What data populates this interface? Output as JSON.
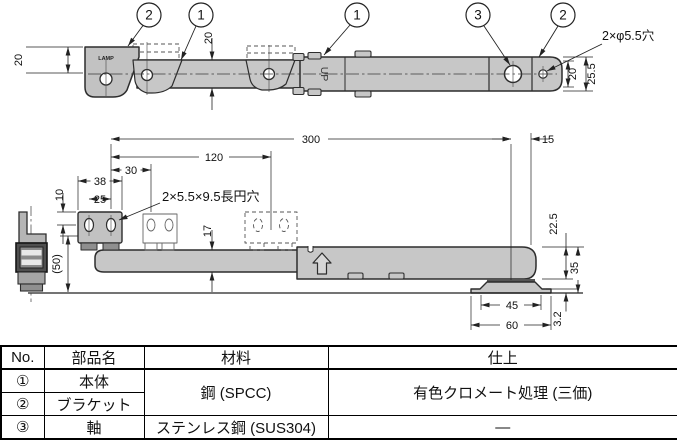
{
  "page": {
    "background": "#ffffff",
    "line_color": "#2d2d2d",
    "part_fill": "#c7c7c7"
  },
  "drawing": {
    "balloons": [
      {
        "label": "2"
      },
      {
        "label": "1"
      },
      {
        "label": "1"
      },
      {
        "label": "3"
      },
      {
        "label": "2"
      }
    ],
    "notes": {
      "top_holes": "2×φ5.5穴",
      "side_holes": "2×5.5×9.5長円穴"
    },
    "markings": {
      "up": "UP",
      "logo": "LAMP"
    },
    "dims": {
      "left20": "20",
      "mid20": "20",
      "right20": "20",
      "cap_height": "25.5",
      "length": "300",
      "l120": "120",
      "l30": "30",
      "l38": "38",
      "l25": "25",
      "l10": "10",
      "h50": "(50)",
      "h17": "17",
      "l15": "15",
      "h225": "22.5",
      "h35": "35",
      "t32": "3.2",
      "w45": "45",
      "w60": "60"
    }
  },
  "table": {
    "headers": [
      "No.",
      "部品名",
      "材料",
      "仕上"
    ],
    "rows": [
      {
        "no": "①",
        "name": "本体"
      },
      {
        "no": "②",
        "name": "ブラケット"
      },
      {
        "no": "③",
        "name": "軸"
      }
    ],
    "materials": {
      "steel": "鋼 (SPCC)",
      "stainless": "ステンレス鋼 (SUS304)"
    },
    "finishes": {
      "chromate": "有色クロメート処理 (三価)",
      "none": "—"
    }
  }
}
